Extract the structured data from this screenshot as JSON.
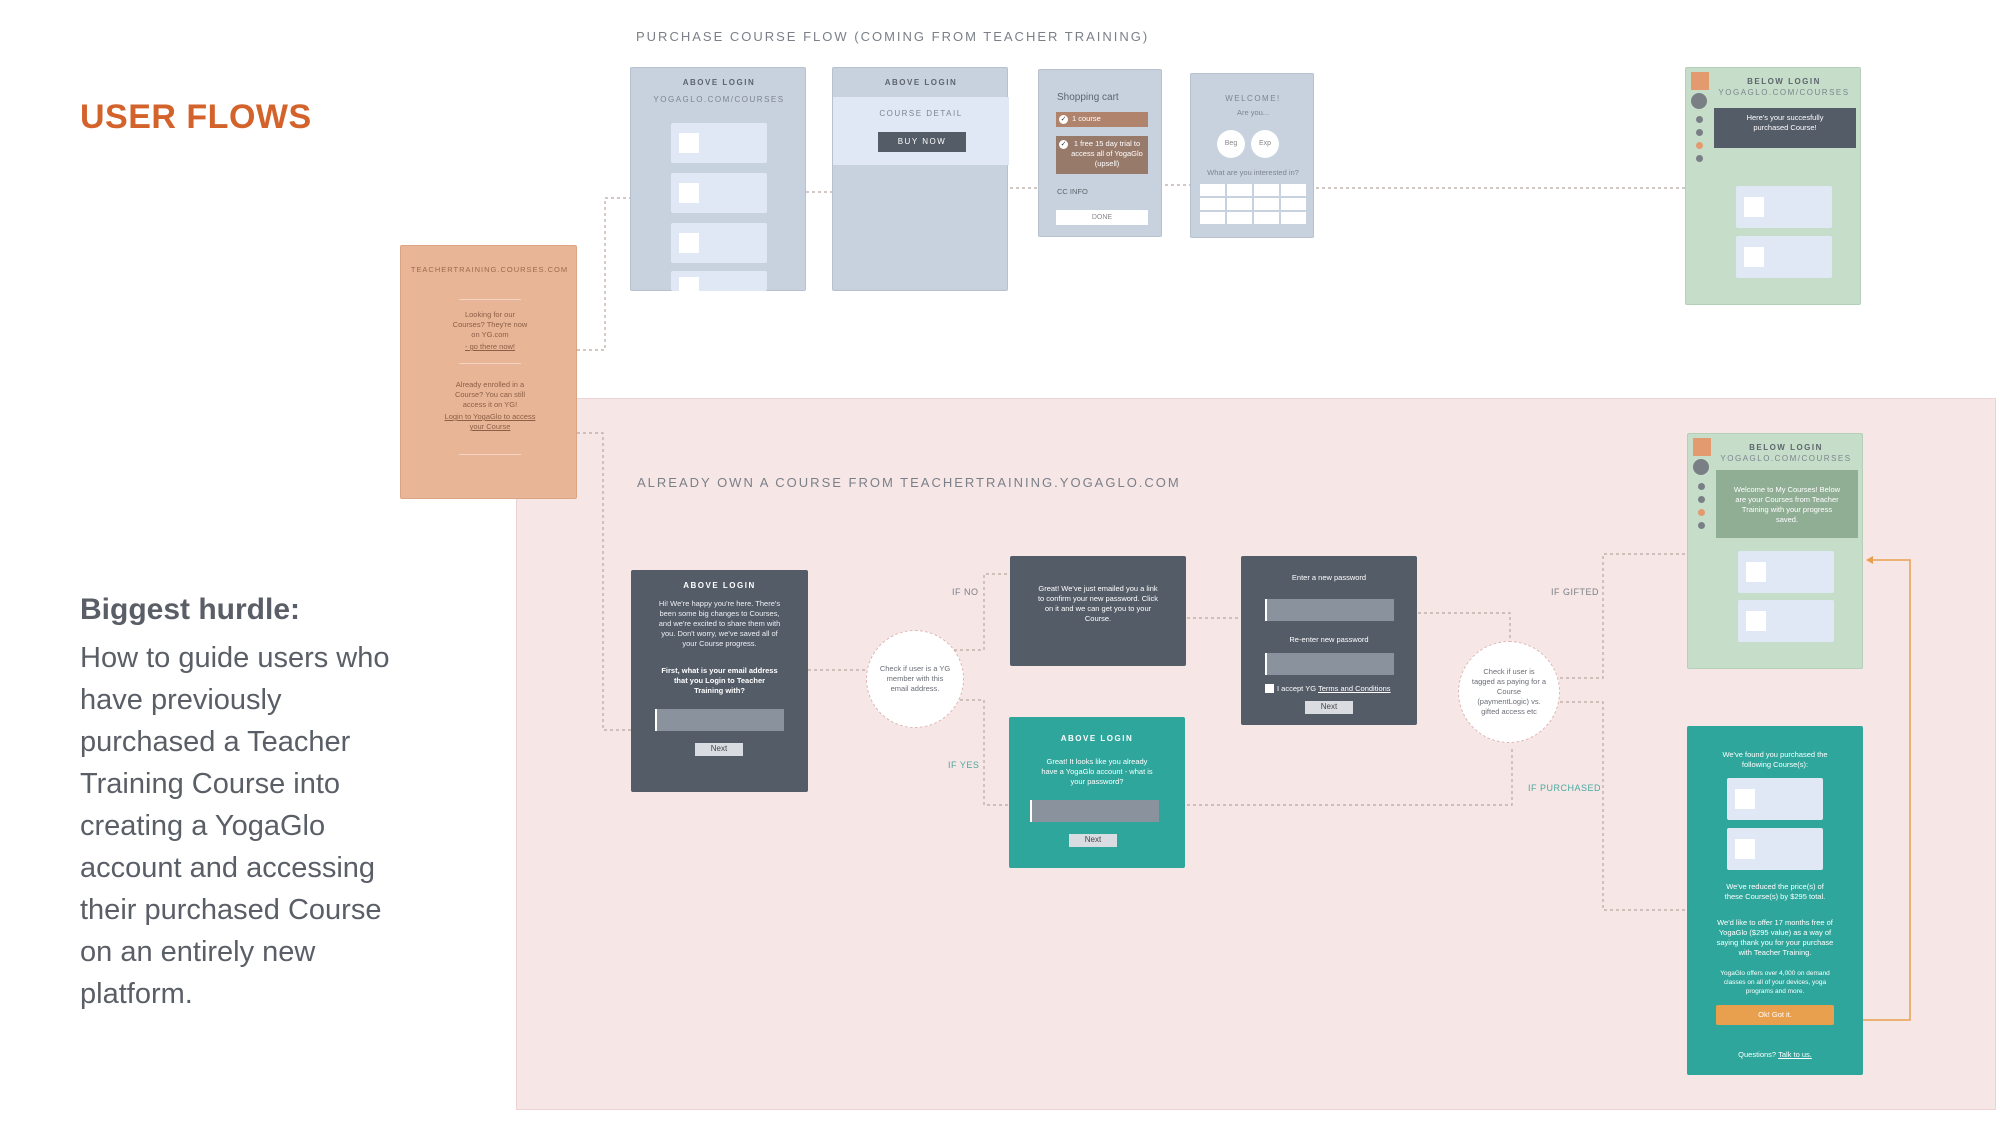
{
  "page": {
    "title": "USER FLOWS",
    "hurdle_heading": "Biggest hurdle:",
    "hurdle_text": "How to guide users who have previously purchased a Teacher Training Course into creating a YogaGlo account and accessing their purchased Course on an entirely new platform."
  },
  "top_flow": {
    "label": "PURCHASE COURSE FLOW (COMING FROM TEACHER TRAINING)",
    "screen1": {
      "heading": "ABOVE LOGIN",
      "sub": "YOGAGLO.COM/COURSES"
    },
    "screen2": {
      "heading": "ABOVE LOGIN",
      "sub": "COURSE DETAIL",
      "button": "BUY NOW"
    },
    "screen3": {
      "heading": "Shopping cart",
      "item1": "1 course",
      "item2": "1 free 15 day trial to access all of YogaGlo (upsell)",
      "cc": "CC INFO",
      "button": "DONE"
    },
    "screen4": {
      "heading": "WELCOME!",
      "sub": "Are you...",
      "opt1": "Beg",
      "opt2": "Exp",
      "question": "What are you interested in?"
    },
    "screen5": {
      "heading": "BELOW LOGIN",
      "sub": "YOGAGLO.COM/COURSES",
      "message": "Here's your succesfully purchased Course!"
    }
  },
  "entry": {
    "domain": "TEACHERTRAINING.COURSES.COM",
    "text1": "Looking for our Courses? They're now on YG.com",
    "link1": "- go there now!",
    "text2": "Already enrolled in a Course? You can still access it on YG!",
    "link2": "Login to YogaGlo to access your Course"
  },
  "bottom_flow": {
    "label": "ALREADY OWN A COURSE FROM TEACHERTRAINING.YOGAGLO.COM",
    "login": {
      "heading": "ABOVE LOGIN",
      "text": "Hi! We're happy you're here. There's been some big changes to Courses, and we're excited to share them with you. Don't worry, we've saved all of your Course progress.",
      "question": "First, what is your email address that you Login to Teacher Training with?",
      "button": "Next"
    },
    "check1": "Check if user is a YG member with this email address.",
    "if_no": "IF NO",
    "if_yes": "IF YES",
    "emailed": "Great! We've just emailed you a link to confirm your new password. Click on it and we can get you to your Course.",
    "password": {
      "heading": "ABOVE LOGIN",
      "text": "Great! It looks like you already have a YogaGlo account - what is your password?",
      "button": "Next"
    },
    "newpass": {
      "label1": "Enter a new password",
      "label2": "Re-enter new password",
      "accept": "I accept YG",
      "terms": "Terms and Conditions",
      "button": "Next"
    },
    "check2": "Check if user is tagged as paying for a Course (paymentLogic) vs. gifted access etc",
    "if_gifted": "IF GIFTED",
    "if_purchased": "IF PURCHASED",
    "mycourses": {
      "heading": "BELOW LOGIN",
      "sub": "YOGAGLO.COM/COURSES",
      "message": "Welcome to My Courses! Below are your Courses from Teacher Training with your progress saved."
    },
    "found": {
      "text1": "We've found you purchased the following Course(s):",
      "text2": "We've reduced the price(s) of these Course(s) by $295 total.",
      "text3": "We'd like to offer 17 months free of YogaGlo ($295 value) as a way of saying thank you for your purchase with Teacher Training.",
      "text4": "YogaGlo offers over 4,000 on demand classes on all of your devices, yoga programs and more.",
      "button": "Ok! Got it.",
      "questions": "Questions?",
      "talk": "Talk to us."
    }
  },
  "colors": {
    "accent": "#d4622b",
    "teal": "#2ea69c",
    "dark": "#545c68",
    "gray": "#c8d2de",
    "green": "#c6dec9",
    "peach": "#e8b596",
    "orange_button": "#e8a04e"
  }
}
